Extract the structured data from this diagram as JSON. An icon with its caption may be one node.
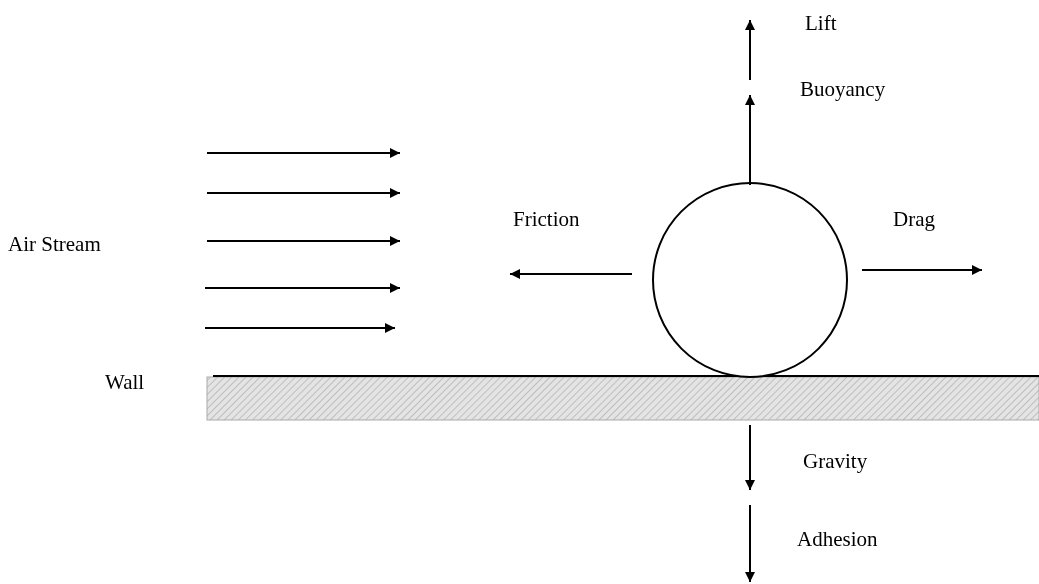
{
  "diagram": {
    "labels": [
      "Lift",
      "Buoyancy",
      "Air Stream",
      "Friction",
      "Drag",
      "Wall",
      "Gravity",
      "Adhesion"
    ]
  }
}
